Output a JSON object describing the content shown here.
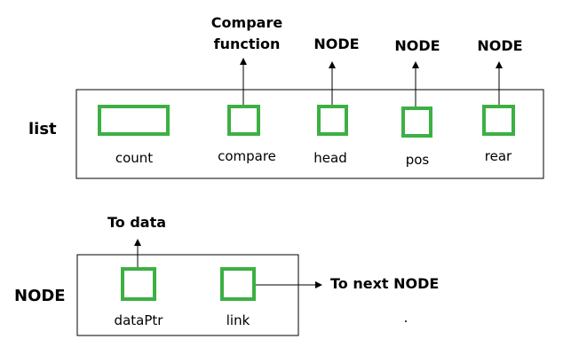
{
  "list_struct": {
    "name": "list",
    "fields": [
      {
        "id": "count",
        "label": "count",
        "target": ""
      },
      {
        "id": "compare",
        "label": "compare",
        "target_lines": [
          "Compare",
          "function"
        ]
      },
      {
        "id": "head",
        "label": "head",
        "target": "NODE"
      },
      {
        "id": "pos",
        "label": "pos",
        "target": "NODE"
      },
      {
        "id": "rear",
        "label": "rear",
        "target": "NODE"
      }
    ]
  },
  "node_struct": {
    "name": "NODE",
    "fields": [
      {
        "id": "dataPtr",
        "label": "dataPtr",
        "target": "To data"
      },
      {
        "id": "link",
        "label": "link",
        "target": "To next NODE"
      }
    ]
  },
  "colors": {
    "field_box": "#3cb043",
    "outline": "#000000",
    "text": "#000000"
  }
}
